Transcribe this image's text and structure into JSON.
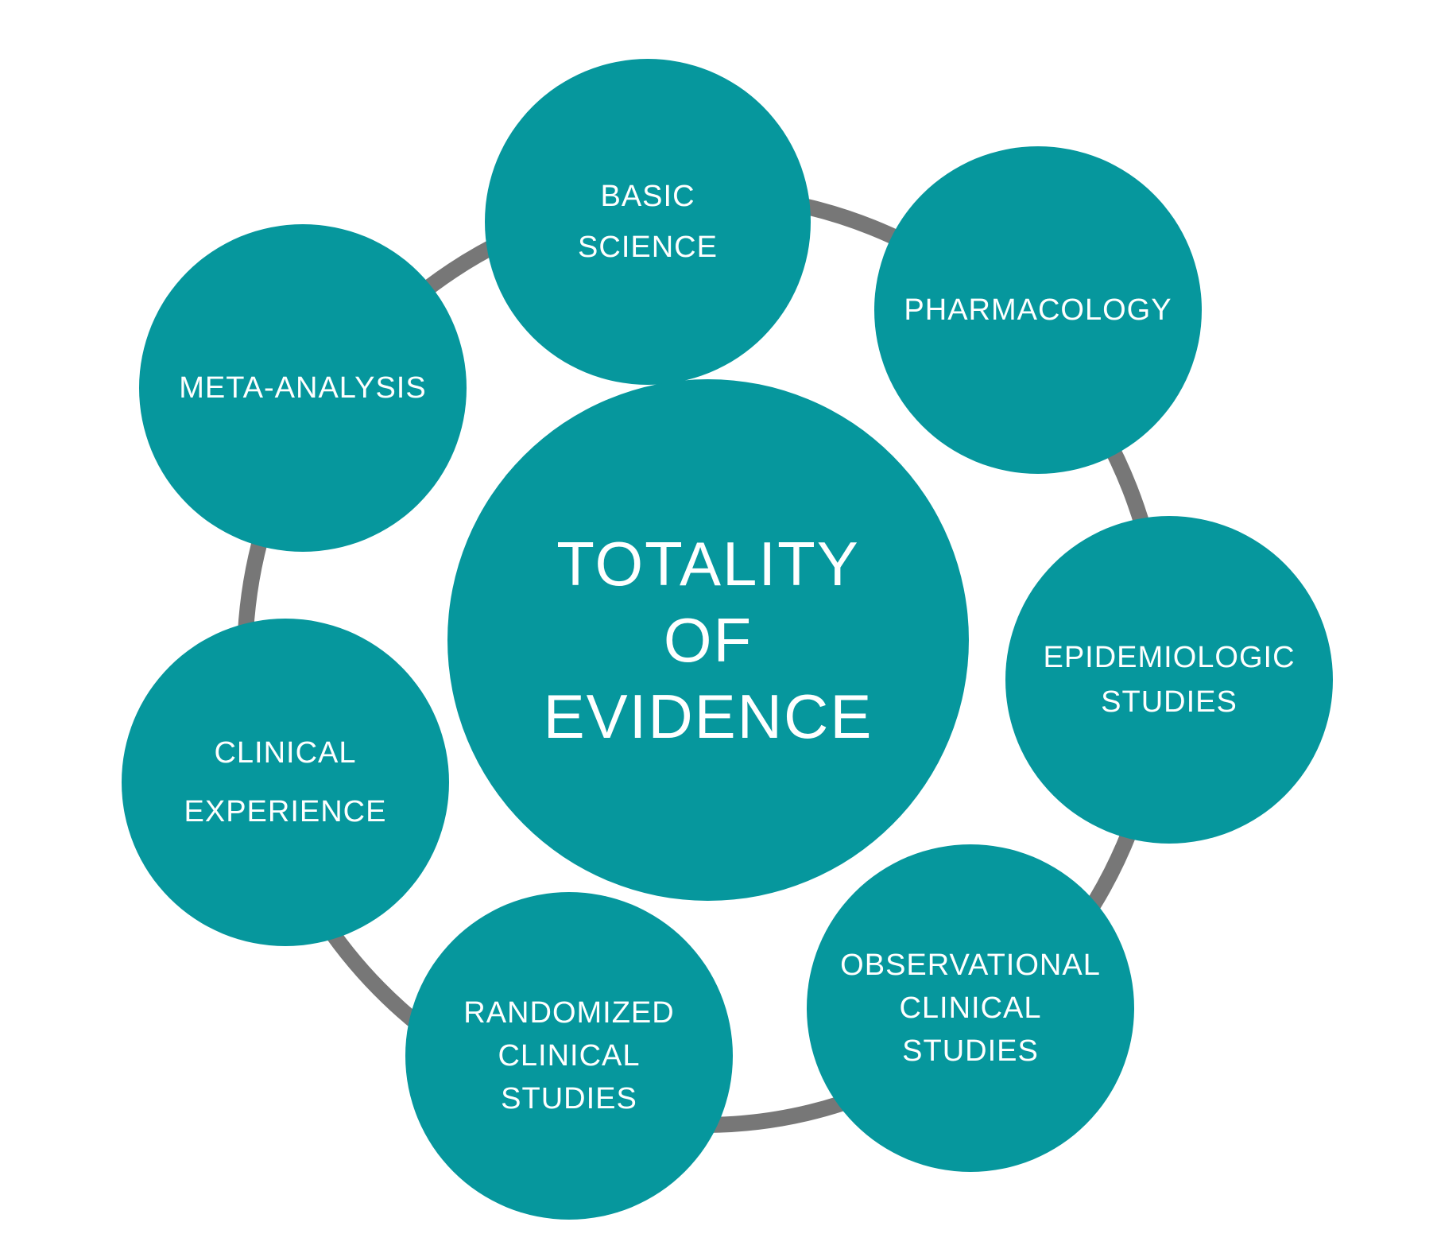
{
  "colors": {
    "node_fill": "#06979d",
    "ring_stroke": "#777777",
    "text": "#ffffff",
    "background": "#ffffff"
  },
  "center": {
    "lines": [
      "TOTALITY",
      "OF",
      "EVIDENCE"
    ]
  },
  "nodes": [
    {
      "id": "basic-science",
      "lines": [
        "BASIC",
        "SCIENCE"
      ]
    },
    {
      "id": "pharmacology",
      "lines": [
        "PHARMACOLOGY"
      ]
    },
    {
      "id": "epidemiologic-studies",
      "lines": [
        "EPIDEMIOLOGIC",
        "STUDIES"
      ]
    },
    {
      "id": "observational-clinical-studies",
      "lines": [
        "OBSERVATIONAL",
        "CLINICAL",
        "STUDIES"
      ]
    },
    {
      "id": "randomized-clinical-studies",
      "lines": [
        "RANDOMIZED",
        "CLINICAL",
        "STUDIES"
      ]
    },
    {
      "id": "clinical-experience",
      "lines": [
        "CLINICAL",
        "EXPERIENCE"
      ]
    },
    {
      "id": "meta-analysis",
      "lines": [
        "META-ANALYSIS"
      ]
    }
  ]
}
